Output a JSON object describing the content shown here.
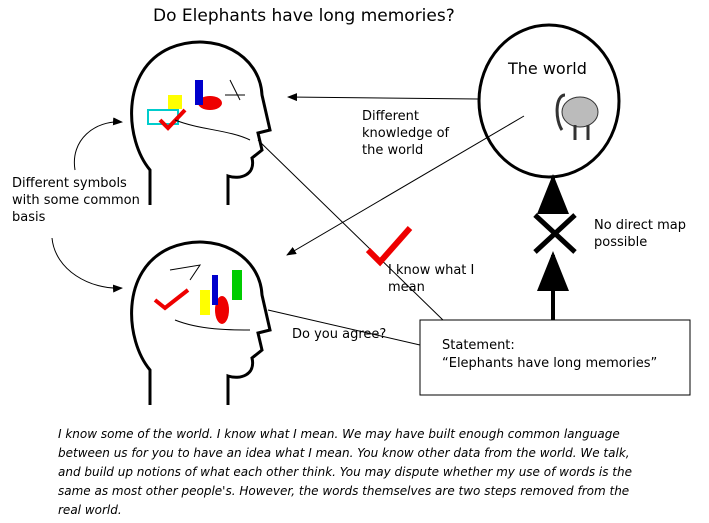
{
  "title": "Do Elephants have long memories?",
  "world_label": "The world",
  "different_knowledge": "Different knowledge of the world",
  "different_symbols": "Different symbols with some common basis",
  "no_direct_map": "No direct map possible",
  "i_know_what_i_mean": "I know what I mean",
  "do_you_agree": "Do you agree?",
  "statement": {
    "label": "Statement:",
    "text": "“Elephants have long memories”"
  },
  "caption": "I know some of the world. I know what I mean. We may have built enough common language between us for you to have an idea what I mean. You know other data from the world. We talk, and build up notions of what each other think. You may dispute whether my use of words is the same as most other people's. However, the words themselves are two steps removed from the real world."
}
